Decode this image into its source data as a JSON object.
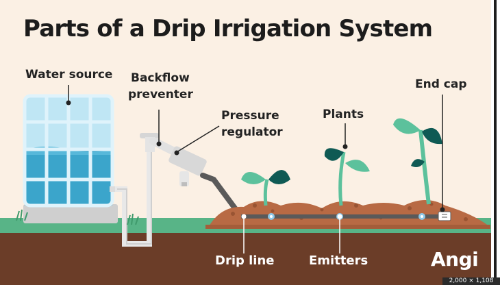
{
  "title": "Parts of a Drip Irrigation System",
  "labels": {
    "water_source": "Water source",
    "backflow_line1": "Backflow",
    "backflow_line2": "preventer",
    "pressure_line1": "Pressure",
    "pressure_line2": "regulator",
    "plants": "Plants",
    "end_cap": "End cap",
    "drip_line": "Drip line",
    "emitters": "Emitters"
  },
  "logo": "Angi",
  "dimension_badge": "2,000 × 1,108",
  "colors": {
    "background": "#fbf0e4",
    "soil": "#6b3d28",
    "grass": "#58b487",
    "tank_water": "#3ba5cb",
    "tank_frame": "#d6eef8",
    "leaf_light": "#5cc19c",
    "leaf_dark": "#0f5a54",
    "mulch": "#b86a44",
    "pipe": "#5a5a5a"
  }
}
